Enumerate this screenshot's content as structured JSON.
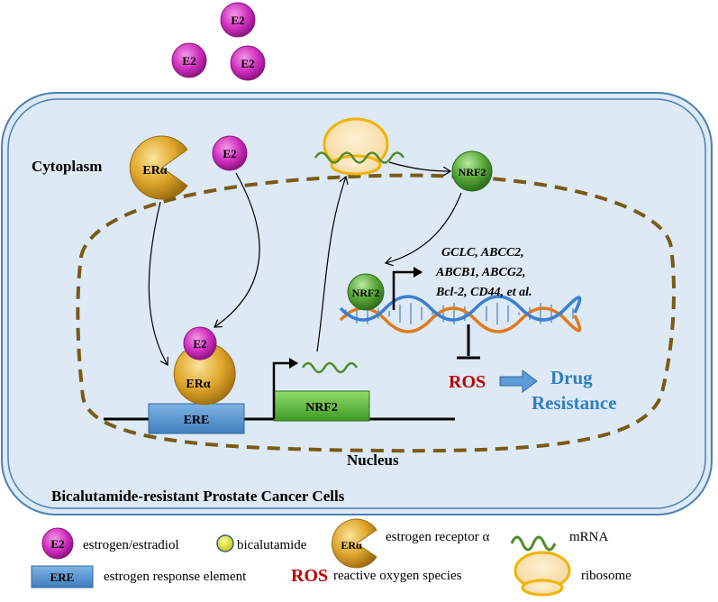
{
  "molecules": {
    "e2": "E2",
    "er_alpha": "ERα",
    "nrf2": "NRF2",
    "ere": "ERE"
  },
  "labels": {
    "cytoplasm": "Cytoplasm",
    "nucleus": "Nucleus",
    "cell_line": "Bicalutamide-resistant Prostate Cancer Cells",
    "ros": "ROS",
    "drug_line1": "Drug",
    "drug_line2": "Resistance",
    "genes_line1": "GCLC, ABCC2,",
    "genes_line2": "ABCB1, ABCG2,",
    "genes_line3": "Bcl-2, CD44, et al."
  },
  "legend": {
    "e2": "estrogen/estradiol",
    "bicalutamide": "bicalutamide",
    "er_alpha": "estrogen receptor α",
    "mrna": "mRNA",
    "ere": "estrogen response element",
    "ros_symbol": "ROS",
    "ros": "reactive oxygen species",
    "ribosome": "ribosome"
  },
  "colors": {
    "e2_magenta": "#d02fbf",
    "er_gold": "#e0a72c",
    "nrf2_green": "#5aa83a",
    "ere_blue": "#4f8fcf",
    "ros_red": "#c00000",
    "drug_blue": "#2f7fbf",
    "cell_fill": "#dde9f5",
    "nucleus_border": "#7a5a14"
  }
}
